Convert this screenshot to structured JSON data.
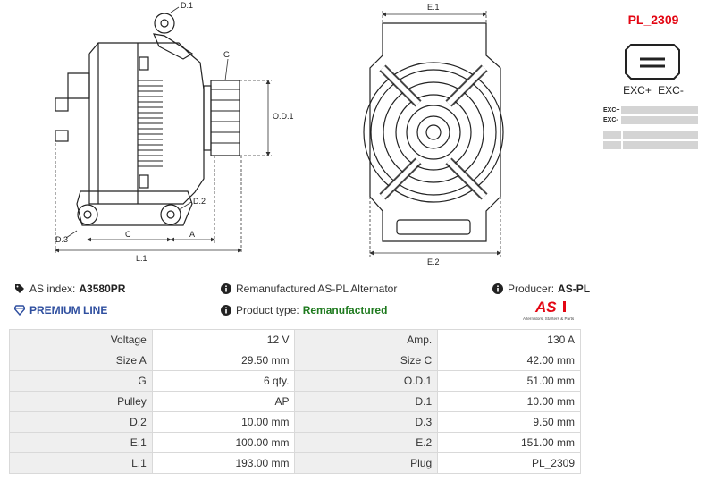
{
  "drawing": {
    "labels": {
      "d1": "D.1",
      "g": "G",
      "od1": "O.D.1",
      "d2": "D.2",
      "d3": "D.3",
      "c": "C",
      "a": "A",
      "l1": "L.1",
      "e1": "E.1",
      "e2": "E.2"
    }
  },
  "plug": {
    "code": "PL_2309",
    "pins_label": "EXC+ EXC-",
    "pin_rows": [
      "EXC+",
      "EXC-"
    ]
  },
  "info": {
    "as_index_label": "AS index:",
    "as_index_value": "A3580PR",
    "line": "PREMIUM LINE",
    "description": "Remanufactured AS-PL Alternator",
    "product_type_label": "Product type:",
    "product_type_value": "Remanufactured",
    "producer_label": "Producer:",
    "producer_value": "AS-PL"
  },
  "logo": {
    "mark": "AS",
    "tagline": "Alternators, Starters & Parts"
  },
  "specs": [
    [
      "Voltage",
      "12 V",
      "Amp.",
      "130 A"
    ],
    [
      "Size A",
      "29.50 mm",
      "Size C",
      "42.00 mm"
    ],
    [
      "G",
      "6 qty.",
      "O.D.1",
      "51.00 mm"
    ],
    [
      "Pulley",
      "AP",
      "D.1",
      "10.00 mm"
    ],
    [
      "D.2",
      "10.00 mm",
      "D.3",
      "9.50 mm"
    ],
    [
      "E.1",
      "100.00 mm",
      "E.2",
      "151.00 mm"
    ],
    [
      "L.1",
      "193.00 mm",
      "Plug",
      "PL_2309"
    ]
  ],
  "colors": {
    "brand_red": "#e30613",
    "premium_blue": "#2f4f9f",
    "type_green": "#1e7a1e"
  }
}
